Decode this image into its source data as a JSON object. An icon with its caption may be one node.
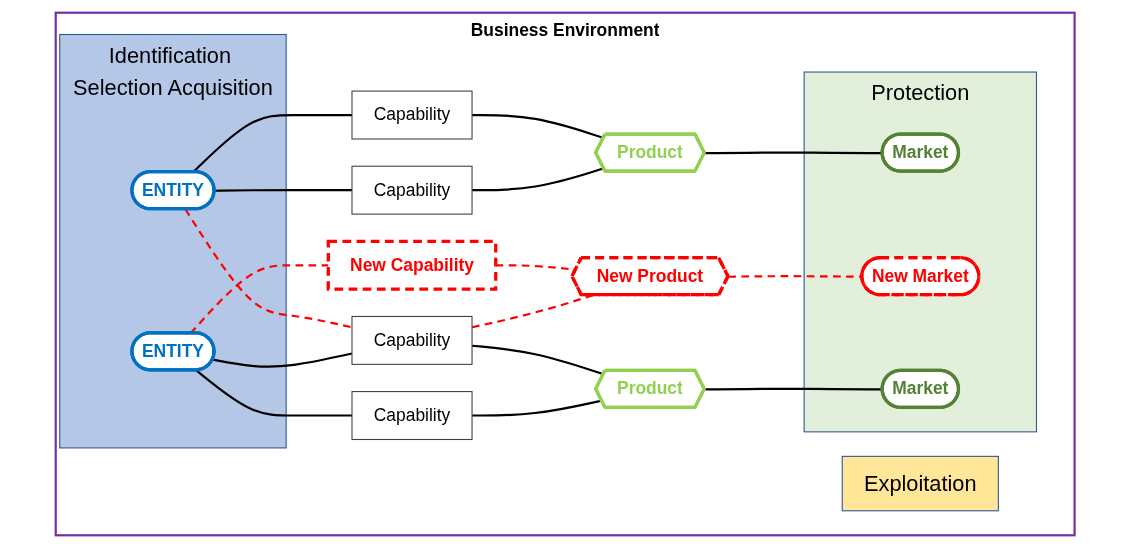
{
  "diagram": {
    "nodes": [
      {
        "text": [
          "Business Environment"
        ]
      },
      {
        "text": [
          "Identification Selection Acquisition"
        ],
        "in": 0
      },
      {
        "text": [
          "Exploitation"
        ],
        "in": 0
      },
      {
        "text": [
          "Protection"
        ],
        "in": 0
      },
      {
        "text": [
          "ENTITY"
        ],
        "in": 1
      },
      {
        "text": [
          "Capability"
        ],
        "in": 0
      },
      {
        "text": [
          "Capability"
        ],
        "in": 0
      },
      {
        "text": [
          "Product"
        ],
        "in": 0
      },
      {
        "text": [
          "Market"
        ],
        "in": 3
      },
      {
        "text": [
          "New Capability"
        ],
        "in": 0
      },
      {
        "text": [
          "New Product"
        ],
        "in": 0
      },
      {
        "text": [
          "New Market"
        ],
        "in": 3
      },
      {
        "text": [
          "ENTITY"
        ],
        "in": 1
      },
      {
        "text": [
          "Capability"
        ],
        "in": 0
      },
      {
        "text": [
          "Capability"
        ],
        "in": 0
      },
      {
        "text": [
          "Product"
        ],
        "in": 0
      },
      {
        "text": [
          "Market"
        ],
        "in": 3
      }
    ],
    "edges": [
      {
        "from": 4,
        "to": 5,
        "arrow": "none"
      },
      {
        "from": 4,
        "to": 6,
        "arrow": "none"
      },
      {
        "from": 5,
        "to": 7,
        "arrow": "none"
      },
      {
        "from": 6,
        "to": 7,
        "arrow": "none"
      },
      {
        "from": 7,
        "to": 8,
        "arrow": "none"
      },
      {
        "from": 4,
        "to": 13,
        "arrow": "none",
        "style": "dashed",
        "color": "#ff0000"
      },
      {
        "from": 12,
        "to": 9,
        "arrow": "none",
        "style": "dashed",
        "color": "#ff0000"
      },
      {
        "from": 9,
        "to": 10,
        "arrow": "none",
        "style": "dashed",
        "color": "#ff0000"
      },
      {
        "from": 13,
        "to": 10,
        "arrow": "none",
        "style": "dashed",
        "color": "#ff0000"
      },
      {
        "from": 10,
        "to": 11,
        "arrow": "none",
        "style": "dashed",
        "color": "#ff0000"
      },
      {
        "from": 12,
        "to": 13,
        "arrow": "none"
      },
      {
        "from": 12,
        "to": 14,
        "arrow": "none"
      },
      {
        "from": 13,
        "to": 15,
        "arrow": "none"
      },
      {
        "from": 14,
        "to": 15,
        "arrow": "none"
      },
      {
        "from": 15,
        "to": 16,
        "arrow": "none"
      }
    ]
  }
}
